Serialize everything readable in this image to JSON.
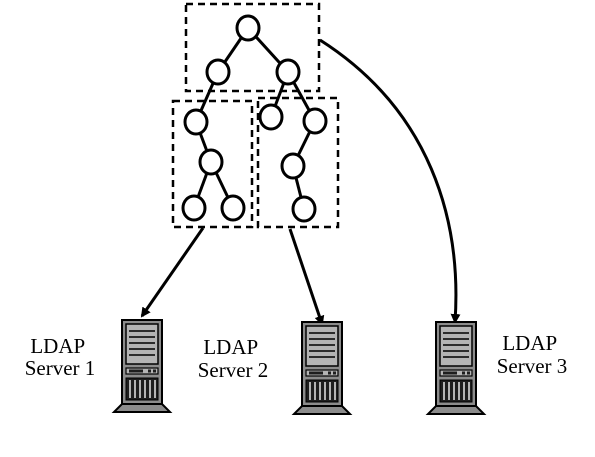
{
  "servers": [
    {
      "id": "server-1",
      "line1": "LDAP",
      "line2": "Server 1"
    },
    {
      "id": "server-2",
      "line1": "LDAP",
      "line2": "Server 2"
    },
    {
      "id": "server-3",
      "line1": "LDAP",
      "line2": "Server 3"
    }
  ],
  "colors": {
    "line": "#000000",
    "background": "#ffffff",
    "server_body": "#8c8c8c",
    "server_panel": "#b4b4b4",
    "server_dark": "#1e1e1e"
  },
  "icons": [
    "server-icon"
  ]
}
